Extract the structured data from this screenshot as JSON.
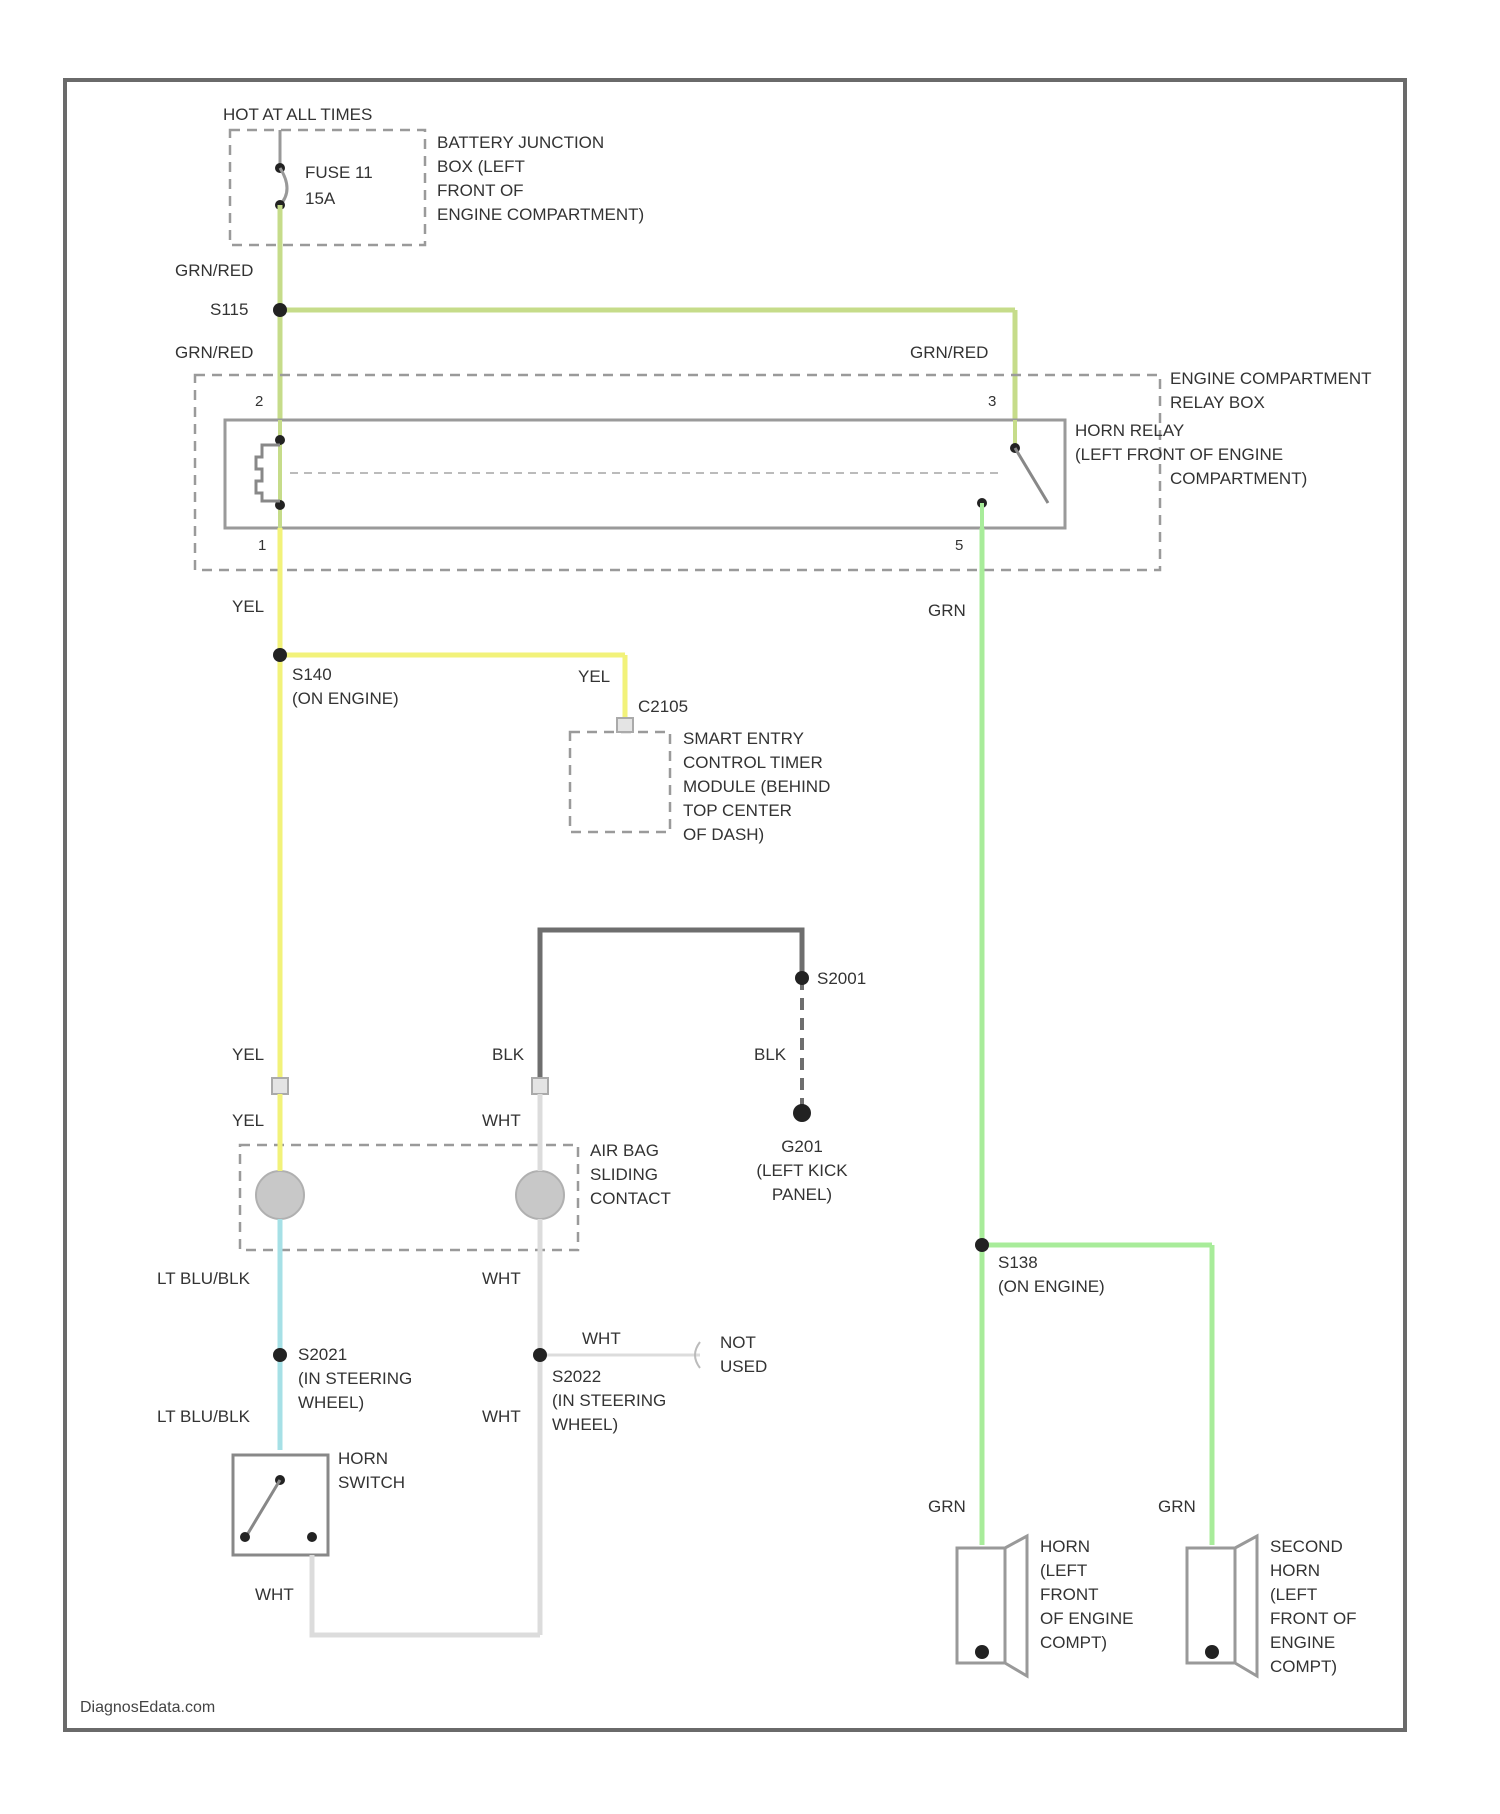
{
  "colors": {
    "grn_red": "#c6dc8a",
    "yel": "#f2f27a",
    "grn": "#a8ec9a",
    "blk": "#6e6e6e",
    "wht": "#dcdcdc",
    "lt_blu_blk": "#a6e0e6",
    "frame": "#6a6a6a",
    "dashed": "#9a9a9a"
  },
  "power": {
    "hot_label": "HOT AT ALL TIMES",
    "fuse_name": "FUSE 11",
    "fuse_rating": "15A",
    "junction_box": [
      "BATTERY JUNCTION",
      "BOX (LEFT",
      "FRONT OF",
      "ENGINE COMPARTMENT)"
    ]
  },
  "wires": {
    "grn_red_1": "GRN/RED",
    "grn_red_2": "GRN/RED",
    "grn_red_3": "GRN/RED",
    "yel_1": "YEL",
    "yel_2": "YEL",
    "yel_3": "YEL",
    "yel_4": "YEL",
    "grn_1": "GRN",
    "grn_2": "GRN",
    "grn_3": "GRN",
    "blk_1": "BLK",
    "blk_2": "BLK",
    "wht_1": "WHT",
    "wht_2": "WHT",
    "wht_3": "WHT",
    "wht_4": "WHT",
    "wht_5": "WHT",
    "lt_blu_blk_1": "LT BLU/BLK",
    "lt_blu_blk_2": "LT BLU/BLK"
  },
  "splices": {
    "s115": "S115",
    "s140": [
      "S140",
      "(ON ENGINE)"
    ],
    "s138": [
      "S138",
      "(ON ENGINE)"
    ],
    "s2001": "S2001",
    "s2021": [
      "S2021",
      "(IN STEERING",
      "WHEEL)"
    ],
    "s2022": [
      "S2022",
      "(IN STEERING",
      "WHEEL)"
    ]
  },
  "relay": {
    "box_label": [
      "ENGINE COMPARTMENT",
      "RELAY BOX"
    ],
    "relay_label": [
      "HORN RELAY",
      "(LEFT FRONT OF ENGINE",
      "COMPARTMENT)"
    ],
    "pin_2": "2",
    "pin_1": "1",
    "pin_3": "3",
    "pin_5": "5"
  },
  "smart_entry": {
    "connector": "C2105",
    "label": [
      "SMART ENTRY",
      "CONTROL TIMER",
      "MODULE (BEHIND",
      "TOP CENTER",
      "OF DASH)"
    ]
  },
  "air_bag": {
    "label": [
      "AIR BAG",
      "SLIDING",
      "CONTACT"
    ]
  },
  "ground": {
    "label": [
      "G201",
      "(LEFT KICK",
      "PANEL)"
    ]
  },
  "not_used": [
    "NOT",
    "USED"
  ],
  "horn_switch": [
    "HORN",
    "SWITCH"
  ],
  "horn": [
    "HORN",
    "(LEFT",
    "FRONT",
    "OF ENGINE",
    "COMPT)"
  ],
  "second_horn": [
    "SECOND",
    "HORN",
    "(LEFT",
    "FRONT OF",
    "ENGINE",
    "COMPT)"
  ],
  "watermark": "DiagnosEdata.com"
}
